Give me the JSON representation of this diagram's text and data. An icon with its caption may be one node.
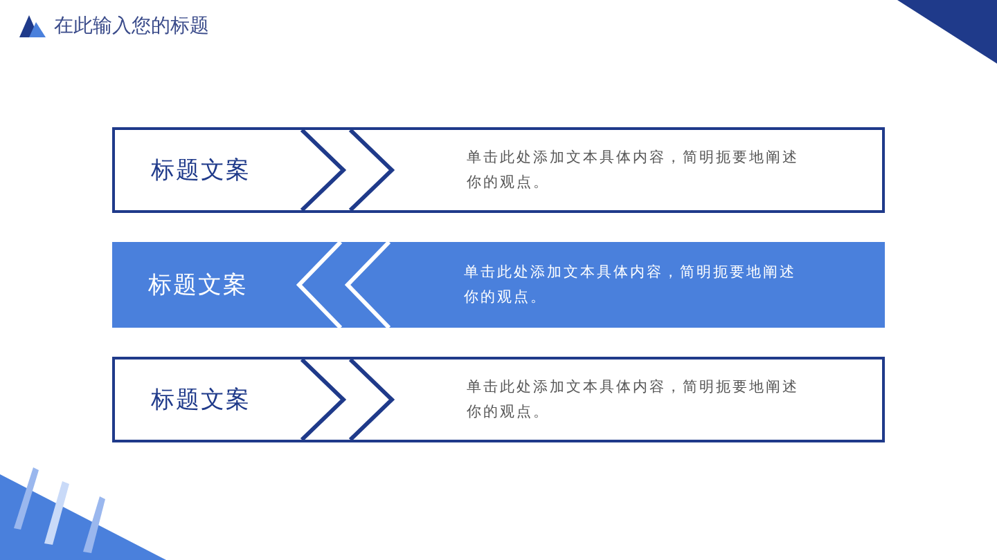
{
  "diagram": {
    "title": "在此输入您的标题",
    "nodes": [
      {
        "text": [
          "标题文案",
          "单击此处添加文本具体内容，简明扼要地阐述你的观点。"
        ]
      },
      {
        "text": [
          "标题文案",
          "单击此处添加文本具体内容，简明扼要地阐述你的观点。"
        ]
      },
      {
        "text": [
          "标题文案",
          "单击此处添加文本具体内容，简明扼要地阐述你的观点。"
        ]
      }
    ]
  }
}
